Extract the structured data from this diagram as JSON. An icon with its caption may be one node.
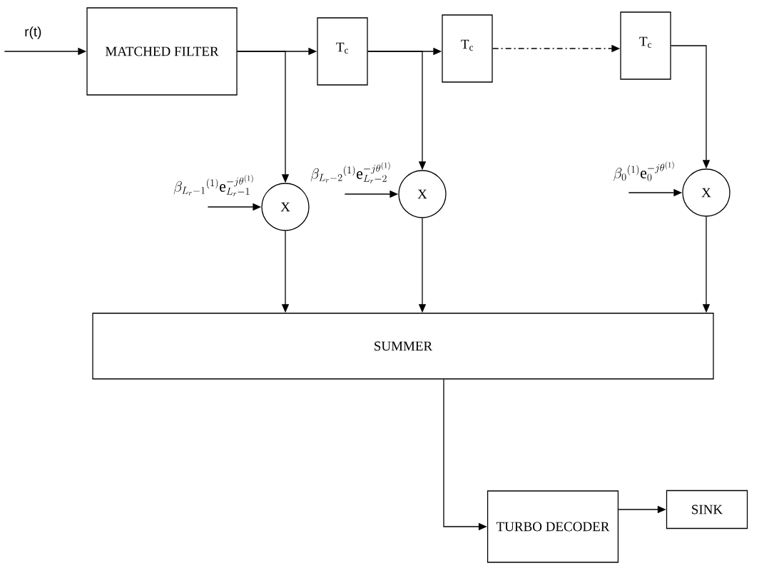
{
  "diagram": {
    "nodes": [
      {
        "text": [
          "MATCHED FILTER"
        ]
      },
      {
        "text": [
          "T$_{c}$"
        ]
      },
      {
        "text": [
          "T$_{c}$"
        ]
      },
      {
        "text": [
          "T$_{c}$"
        ]
      },
      {
        "text": [
          "X"
        ]
      },
      {
        "text": [
          "X"
        ]
      },
      {
        "text": [
          "X"
        ]
      },
      {
        "text": [
          "SUMMER"
        ]
      },
      {
        "text": [
          "TURBO DECODER"
        ]
      },
      {
        "text": [
          "SINK"
        ]
      }
    ],
    "edges": [
      {
        "from": null,
        "to": 0,
        "arrow": "to",
        "label": "r(t)"
      },
      {
        "from": 0,
        "to": 1,
        "arrow": "to"
      },
      {
        "from": 1,
        "to": 2,
        "arrow": "to"
      },
      {
        "from": 2,
        "to": 3,
        "arrow": "to",
        "style": "dashed"
      },
      {
        "from": 0,
        "to": 4,
        "arrow": "to"
      },
      {
        "from": 1,
        "to": 5,
        "arrow": "to"
      },
      {
        "from": 3,
        "to": 6,
        "arrow": "to"
      },
      {
        "from": null,
        "to": 4,
        "arrow": "to",
        "label": "\\beta_{L_r-1}{}^{(1)}\\mathrm{e}^{-j\\theta^{(1)}}_{L_r-1}"
      },
      {
        "from": null,
        "to": 5,
        "arrow": "to",
        "label": "\\beta_{L_r-2}{}^{(1)}\\mathrm{e}^{-j\\theta^{(1)}}_{L_r-2}"
      },
      {
        "from": null,
        "to": 6,
        "arrow": "to",
        "label": "\\beta_{0}{}^{(1)}\\mathrm{e}^{-j\\theta^{(1)}}_{0}"
      },
      {
        "from": 4,
        "to": 7,
        "arrow": "to"
      },
      {
        "from": 5,
        "to": 7,
        "arrow": "to"
      },
      {
        "from": 6,
        "to": 7,
        "arrow": "to"
      },
      {
        "from": 7,
        "to": 8,
        "arrow": "to"
      },
      {
        "from": 8,
        "to": 9,
        "arrow": "to"
      }
    ]
  }
}
